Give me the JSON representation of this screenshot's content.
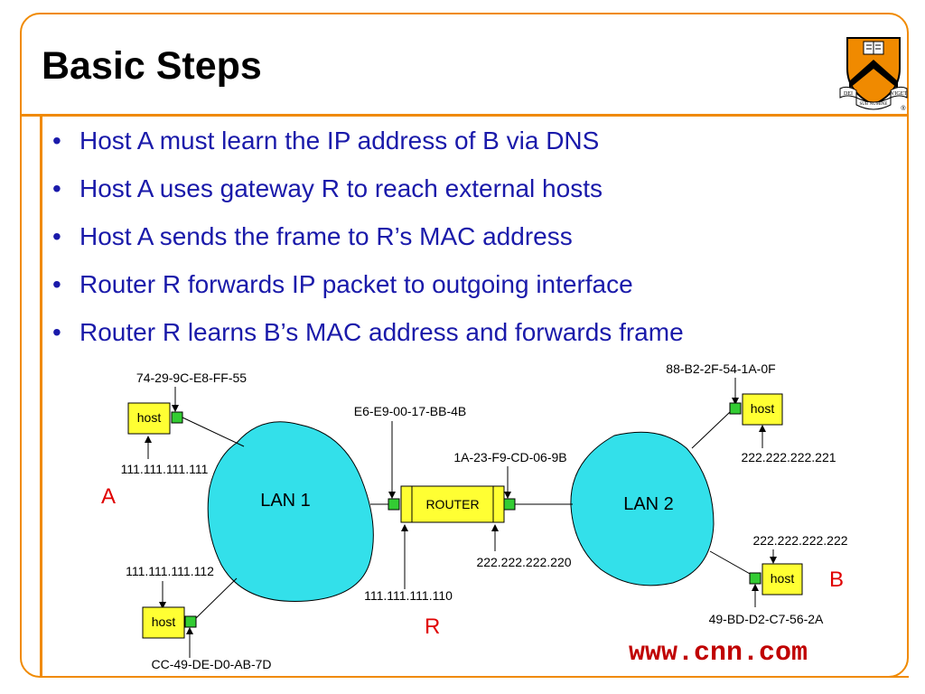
{
  "slide": {
    "title": "Basic Steps",
    "bullets": [
      "Host A must learn the IP address of B via DNS",
      "Host A uses gateway R to reach external hosts",
      "Host A sends the frame to R’s MAC address",
      "Router R forwards IP packet to outgoing interface",
      "Router R learns B’s MAC address and forwards frame"
    ],
    "footer_url": "www.cnn.com",
    "logo_text": {
      "left_scroll": "DEI",
      "middle_scroll": "SUB NUMINE",
      "right_scroll": "VIGET",
      "mark": "®"
    }
  },
  "diagram": {
    "lan1_label": "LAN 1",
    "lan2_label": "LAN 2",
    "router_label": "ROUTER",
    "host_label": "host",
    "hostA_mac": "74-29-9C-E8-FF-55",
    "hostA_ip": "111.111.111.111",
    "hostA_letter": "A",
    "host2_ip": "111.111.111.112",
    "host2_mac": "CC-49-DE-D0-AB-7D",
    "router_left_mac": "E6-E9-00-17-BB-4B",
    "router_left_ip": "111.111.111.110",
    "router_right_mac": "1A-23-F9-CD-06-9B",
    "router_right_ip": "222.222.222.220",
    "router_letter": "R",
    "host3_mac": "88-B2-2F-54-1A-0F",
    "host3_ip": "222.222.222.221",
    "hostB_ip": "222.222.222.222",
    "hostB_mac": "49-BD-D2-C7-56-2A",
    "hostB_letter": "B"
  },
  "colors": {
    "accent": "#f08a00",
    "bullet_text": "#1a1aaa",
    "lan_fill": "#33e0ea",
    "host_fill": "#ffff33",
    "port_fill": "#33cc33",
    "red": "#e00000"
  }
}
